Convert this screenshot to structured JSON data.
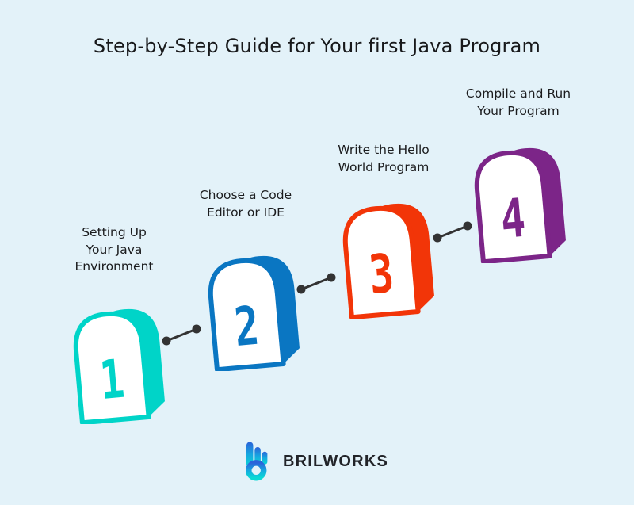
{
  "title": "Step-by-Step Guide for Your first Java Program",
  "background_color": "#e3f2f9",
  "text_color": "#1b1c1e",
  "connector_color": "#333333",
  "steps": [
    {
      "number": "1",
      "label": "Setting Up\nYour Java\nEnvironment",
      "color": "#00d4c8"
    },
    {
      "number": "2",
      "label": "Choose a Code\nEditor or IDE",
      "color": "#0a76c2"
    },
    {
      "number": "3",
      "label": "Write the Hello\nWorld Program",
      "color": "#f23508"
    },
    {
      "number": "4",
      "label": "Compile and Run\nYour Program",
      "color": "#7c2588"
    }
  ],
  "brand": {
    "name": "BRILWORKS",
    "logo_icon": "brilworks-b-icon",
    "logo_gradient": [
      "#2b63d9",
      "#15a8e0",
      "#0ad9d4"
    ],
    "text_color": "#222429"
  }
}
